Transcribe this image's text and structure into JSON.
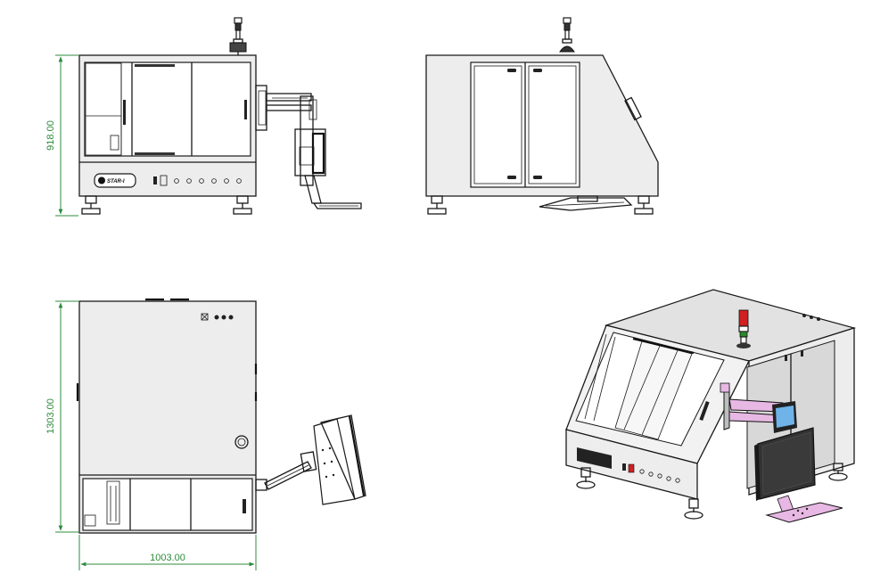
{
  "dimensions": {
    "front_height": "918.00",
    "top_depth": "1303.00",
    "top_width": "1003.00"
  },
  "front_view": {
    "brand_label": "STAR-I"
  },
  "colors": {
    "dimension_lines": "#2e8b3e",
    "arm_highlight": "#e7b8e4",
    "screen_highlight": "#6fb3e8",
    "monitor_dark": "#333333",
    "signal_red": "#d02020",
    "signal_green": "#2a8a2a"
  }
}
